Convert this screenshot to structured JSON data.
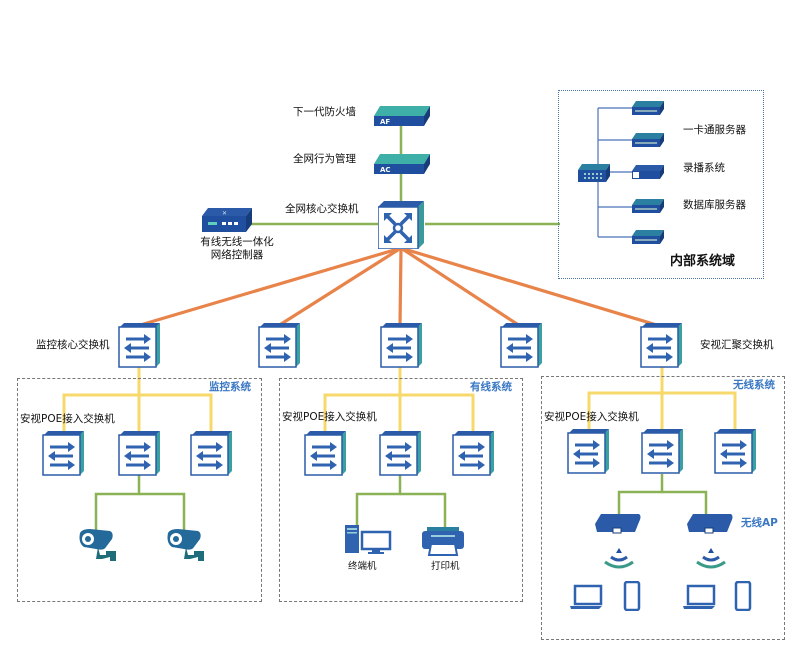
{
  "title": "网络拓扑图",
  "colors": {
    "core_link": "#e8834a",
    "uplink": "#8bb356",
    "access_link": "#f7d96b",
    "device_blue": "#2f63b0",
    "group_label": "#3b78c4"
  },
  "top": {
    "firewall": {
      "label": "下一代防火墙",
      "badge": "AF"
    },
    "behavior_mgmt": {
      "label": "全网行为管理",
      "badge": "AC"
    },
    "core_switch": {
      "label": "全网核心交换机"
    },
    "controller": {
      "label_line1": "有线无线一体化",
      "label_line2": "网络控制器"
    }
  },
  "internal_domain": {
    "title": "内部系统域",
    "items": [
      {
        "label": ""
      },
      {
        "label": "一卡通服务器"
      },
      {
        "label": "录播系统"
      },
      {
        "label": "数据库服务器"
      },
      {
        "label": ""
      }
    ]
  },
  "aggregation": {
    "monitor_core": "监控核心交换机",
    "av_aggregation": "安视汇聚交换机"
  },
  "groups": [
    {
      "title": "监控系统",
      "access_label": "安视POE接入交换机",
      "endpoints": [
        {
          "label": "",
          "type": "camera"
        },
        {
          "label": "",
          "type": "camera"
        }
      ]
    },
    {
      "title": "有线系统",
      "access_label": "安视POE接入交换机",
      "endpoints": [
        {
          "label": "终端机",
          "type": "pc"
        },
        {
          "label": "打印机",
          "type": "printer"
        }
      ]
    },
    {
      "title": "无线系统",
      "access_label": "安视POE接入交换机",
      "ap_label": "无线AP",
      "endpoints": [
        {
          "type": "laptop"
        },
        {
          "type": "phone"
        },
        {
          "type": "laptop"
        },
        {
          "type": "phone"
        }
      ]
    }
  ]
}
